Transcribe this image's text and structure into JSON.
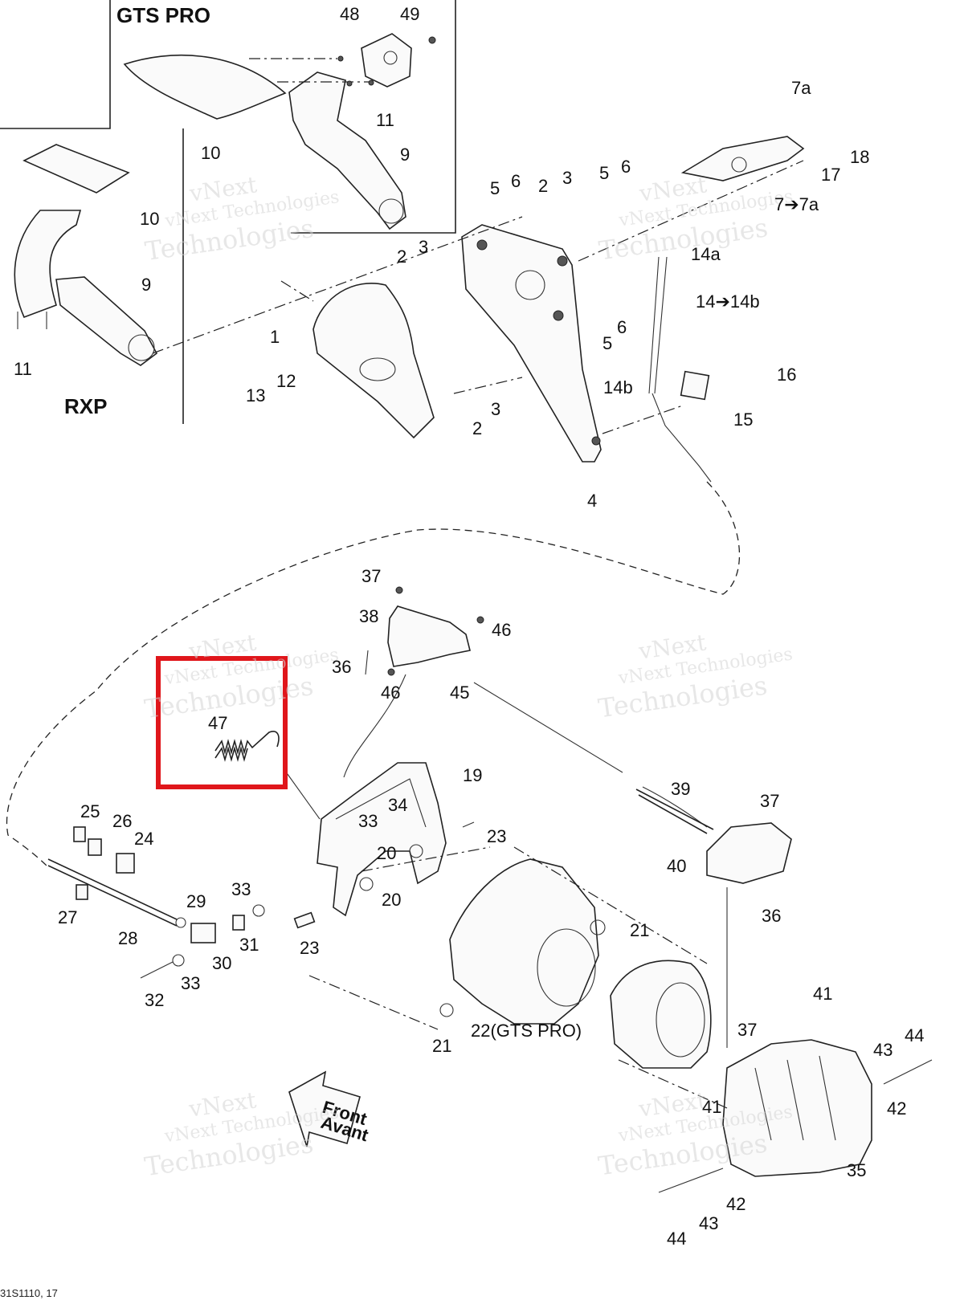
{
  "titles": {
    "gts_pro": "GTS PRO",
    "rxp": "RXP"
  },
  "watermark": {
    "line1": "vNext",
    "line2": "vNext Technologies",
    "line3": "Technologies"
  },
  "highlight_color": "#e0161b",
  "labels": {
    "l48": "48",
    "l49": "49",
    "l11a": "11",
    "l10a": "10",
    "l9a": "9",
    "l10b": "10",
    "l9b": "9",
    "l11b": "11",
    "l7a": "7a",
    "l18": "18",
    "l17": "17",
    "l7to7a": "7➔7a",
    "l5a": "5",
    "l6a": "6",
    "l2a": "2",
    "l3a": "3",
    "l5b": "5",
    "l6b": "6",
    "l2b": "2",
    "l3b": "3",
    "l14a": "14a",
    "l14to14b": "14➔14b",
    "l6c": "6",
    "l5c": "5",
    "l1": "1",
    "l12": "12",
    "l13": "13",
    "l3c": "3",
    "l2c": "2",
    "l4": "4",
    "l14b": "14b",
    "l16": "16",
    "l15": "15",
    "l37a": "37",
    "l38": "38",
    "l46a": "46",
    "l36a": "36",
    "l46b": "46",
    "l45": "45",
    "l47": "47",
    "l19": "19",
    "l34": "34",
    "l33a": "33",
    "l20a": "20",
    "l23a": "23",
    "l20b": "20",
    "l25": "25",
    "l26": "26",
    "l24": "24",
    "l27": "27",
    "l29": "29",
    "l28": "28",
    "l33b": "33",
    "l31": "31",
    "l30": "30",
    "l23b": "23",
    "l33c": "33",
    "l32": "32",
    "l39": "39",
    "l37b": "37",
    "l40": "40",
    "l36b": "36",
    "l21a": "21",
    "l22": "22(GTS PRO)",
    "l21b": "21",
    "l41a": "41",
    "l37c": "37",
    "l44a": "44",
    "l43a": "43",
    "l42a": "42",
    "l41b": "41",
    "l35": "35",
    "l42b": "42",
    "l43b": "43",
    "l44b": "44"
  },
  "front_arrow": {
    "line1": "Front",
    "line2": "Avant"
  },
  "reference": "31S1110, 17"
}
